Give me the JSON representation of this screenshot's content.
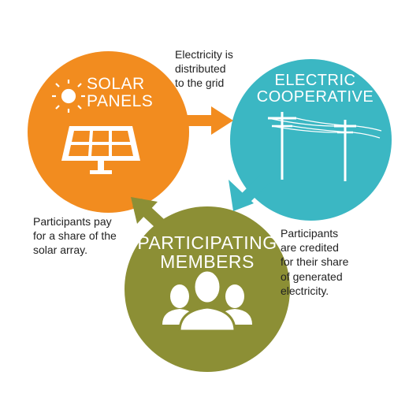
{
  "solar": {
    "title_line1": "SOLAR",
    "title_line2": "PANELS",
    "color": "#F28C1F"
  },
  "coop": {
    "title_line1": "ELECTRIC",
    "title_line2": "COOPERATIVE",
    "color": "#3BB7C3"
  },
  "members": {
    "title_line1": "PARTICIPATING",
    "title_line2": "MEMBERS",
    "color": "#8C8F35"
  },
  "notes": {
    "top": [
      "Electricity is",
      "distributed",
      "to the grid"
    ],
    "left": [
      "Participants pay",
      "for a share of the",
      "solar array."
    ],
    "right": [
      "Participants",
      "are credited",
      "for their share",
      "of generated",
      "electricity."
    ]
  },
  "icons": [
    "sun-icon",
    "solar-panel-icon",
    "power-lines-icon",
    "people-icon"
  ]
}
